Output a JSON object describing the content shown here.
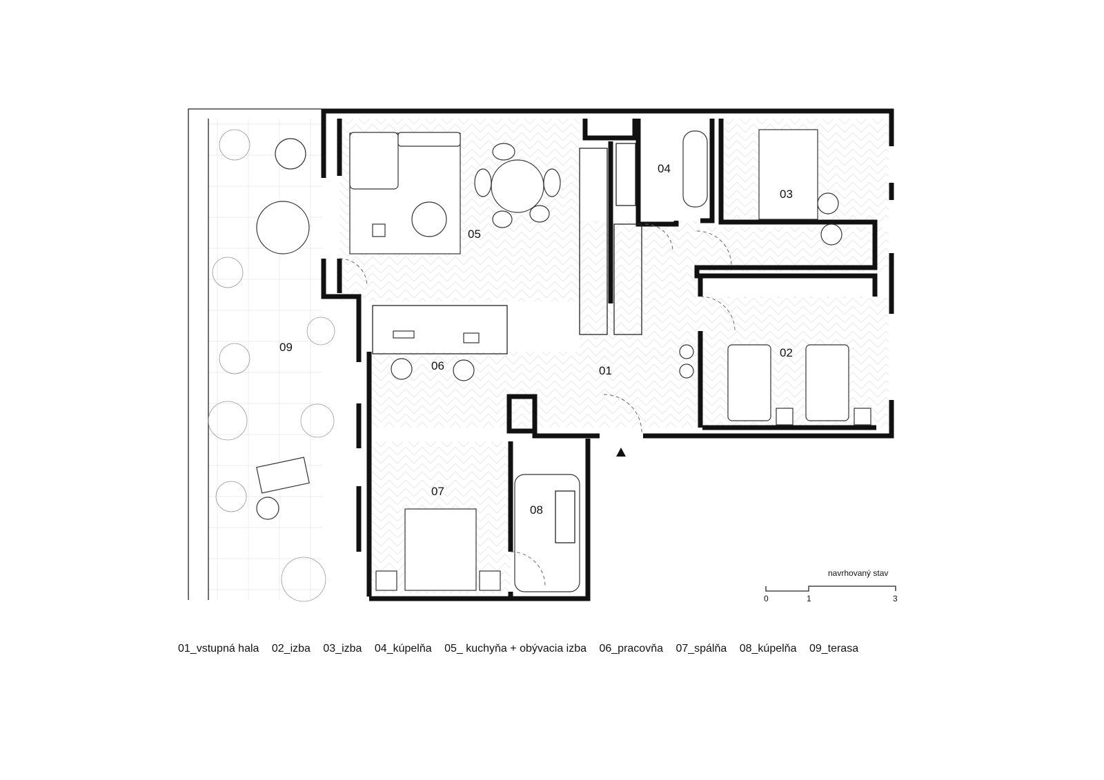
{
  "plan": {
    "rooms": [
      {
        "id": "01",
        "label": "01"
      },
      {
        "id": "02",
        "label": "02"
      },
      {
        "id": "03",
        "label": "03"
      },
      {
        "id": "04",
        "label": "04"
      },
      {
        "id": "05",
        "label": "05"
      },
      {
        "id": "06",
        "label": "06"
      },
      {
        "id": "07",
        "label": "07"
      },
      {
        "id": "08",
        "label": "08"
      },
      {
        "id": "09",
        "label": "09"
      }
    ],
    "entrance_icon": "entrance-triangle-icon"
  },
  "scale": {
    "title": "navrhovaný stav",
    "ticks": [
      "0",
      "1",
      "3"
    ]
  },
  "legend": [
    "01_vstupná hala",
    "02_izba",
    "03_izba",
    "04_kúpelňa",
    "05_ kuchyňa + obývacia izba",
    "06_pracovňa",
    "07_spálňa",
    "08_kúpelňa",
    "09_terasa"
  ]
}
